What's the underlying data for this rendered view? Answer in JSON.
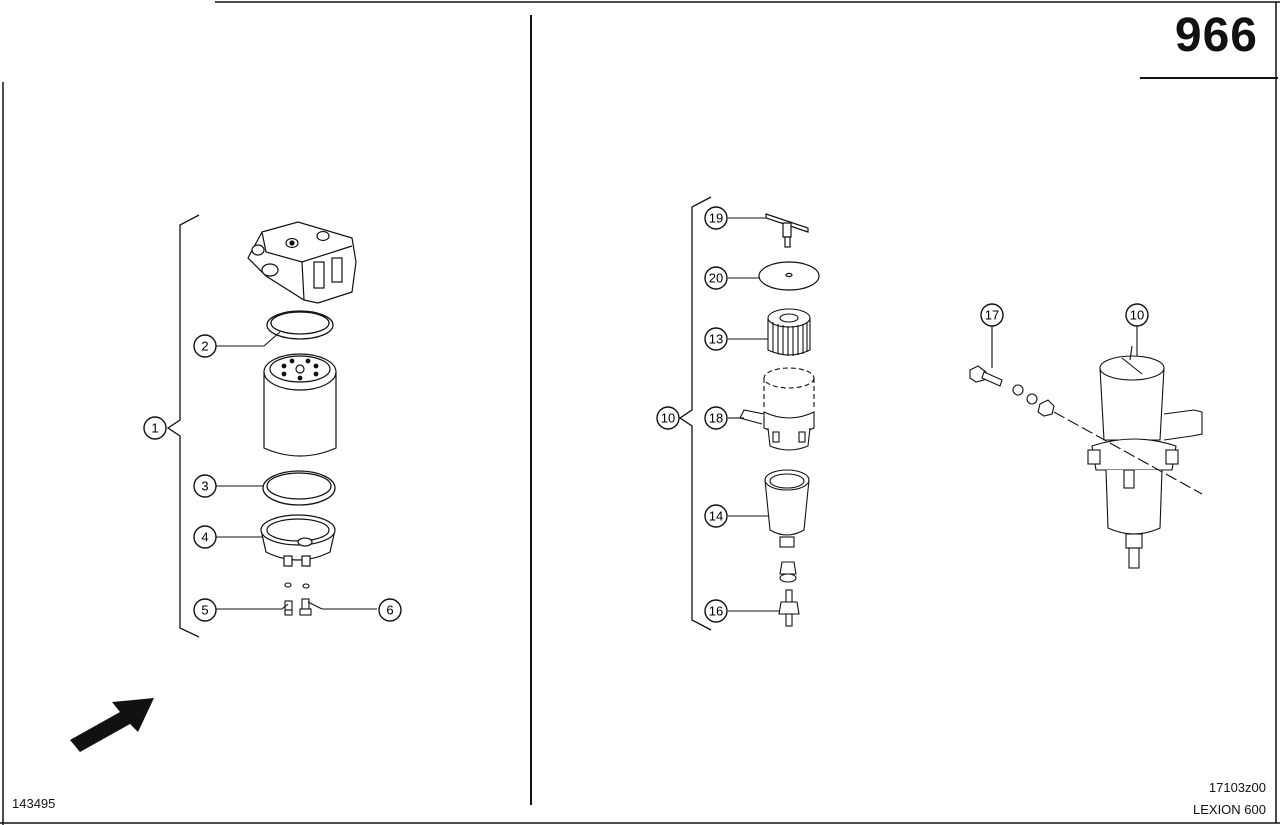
{
  "page_number": "966",
  "drawing_id_left": "143495",
  "drawing_id_right": "17103z00",
  "model": "LEXION 600",
  "callouts": {
    "c1": "1",
    "c2": "2",
    "c3": "3",
    "c4": "4",
    "c5": "5",
    "c6": "6",
    "c10a": "10",
    "c10b": "10",
    "c13": "13",
    "c14": "14",
    "c16": "16",
    "c17": "17",
    "c18": "18",
    "c19": "19",
    "c20": "20"
  }
}
